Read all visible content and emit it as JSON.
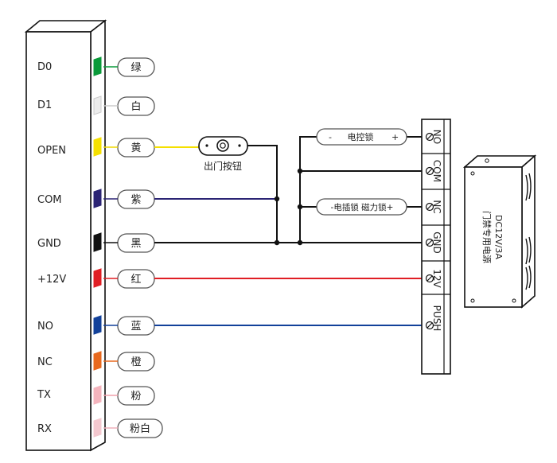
{
  "controller_pins": [
    "D0",
    "D1",
    "OPEN",
    "COM",
    "GND",
    "+12V",
    "NO",
    "NC",
    "TX",
    "RX"
  ],
  "wire_colors": [
    "绿",
    "白",
    "黄",
    "紫",
    "黑",
    "红",
    "蓝",
    "橙",
    "粉",
    "粉白"
  ],
  "pin_colors": [
    "#0a9a3a",
    "#ececec",
    "#f5e000",
    "#2b2474",
    "#111111",
    "#e01e24",
    "#12419a",
    "#e8691e",
    "#f4b4bd",
    "#f4c8cf"
  ],
  "exit_button_label": "出门按钮",
  "lock_labels": {
    "electric_control_lock": {
      "minus": "-",
      "name": "电控锁",
      "plus": "+"
    },
    "mag_lock": "-电插锁 磁力锁+"
  },
  "terminals": [
    "NO",
    "COM",
    "NC",
    "GND",
    "12V",
    "PUSH"
  ],
  "psu_label": {
    "line1": "DC12V/3A",
    "line2": "门禁专用电源"
  }
}
